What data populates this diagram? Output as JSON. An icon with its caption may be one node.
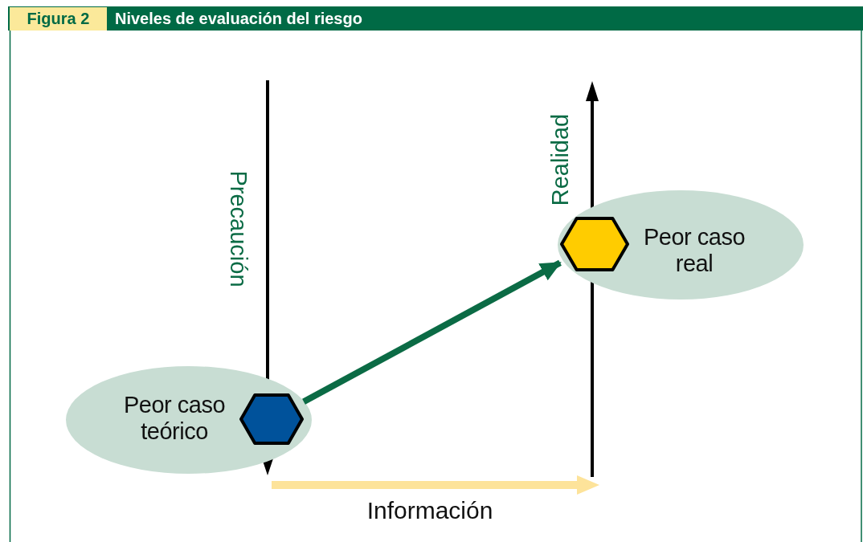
{
  "diagram": {
    "title": "Niveles de evaluación del riesgo",
    "nodes": [
      {
        "text": [
          "Peor caso teórico"
        ]
      },
      {
        "text": [],
        "shape": "hexagon",
        "in": 0
      },
      {
        "text": [
          "Peor caso real"
        ]
      },
      {
        "text": [],
        "shape": "hexagon",
        "in": 2
      }
    ],
    "edges": [
      {
        "from": 1,
        "to": 3,
        "arrow": "to"
      }
    ],
    "labels": [
      "Figura 2",
      "Precaución",
      "Realidad",
      "Información"
    ]
  }
}
